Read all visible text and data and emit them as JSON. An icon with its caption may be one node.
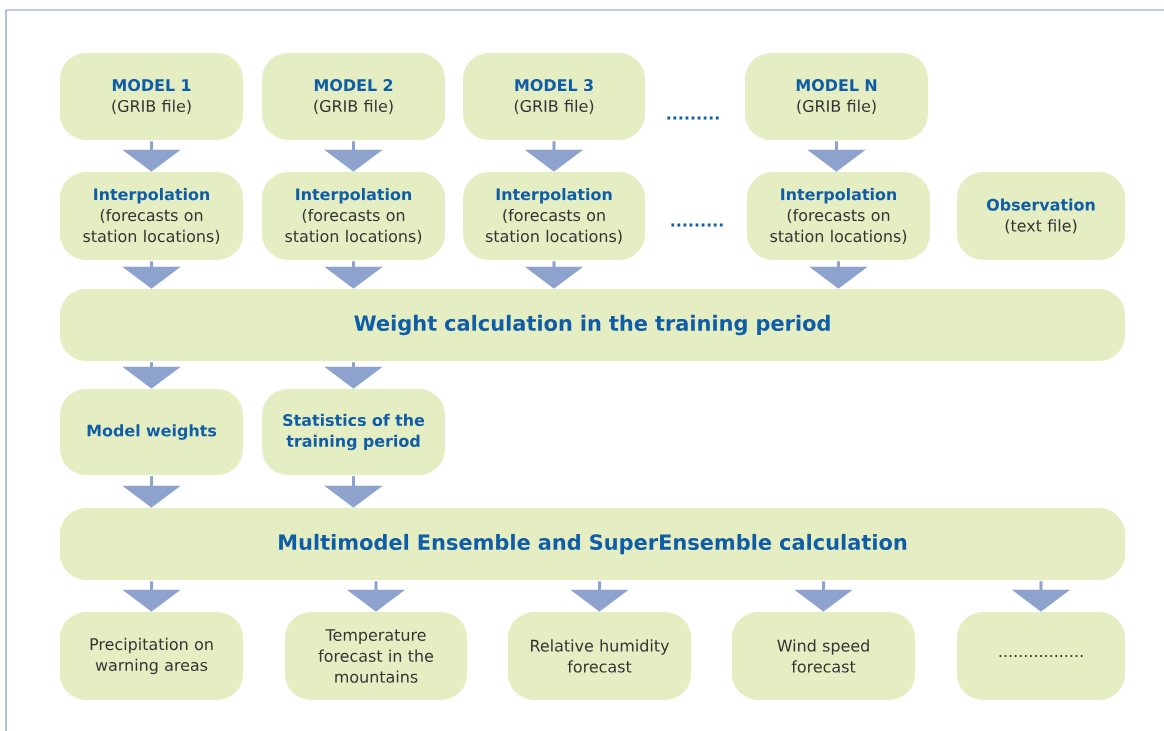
{
  "diagram": {
    "nodes": [
      {
        "text": [
          "MODEL 1",
          "(GRIB file)"
        ]
      },
      {
        "text": [
          "MODEL 2",
          "(GRIB file)"
        ]
      },
      {
        "text": [
          "MODEL 3",
          "(GRIB file)"
        ]
      },
      {
        "text": [
          "MODEL N",
          "(GRIB file)"
        ]
      },
      {
        "text": [
          "Interpolation",
          "(forecasts on station locations)"
        ]
      },
      {
        "text": [
          "Interpolation",
          "(forecasts on station locations)"
        ]
      },
      {
        "text": [
          "Interpolation",
          "(forecasts on station locations)"
        ]
      },
      {
        "text": [
          "Interpolation",
          "(forecasts on station locations)"
        ]
      },
      {
        "text": [
          "Observation",
          "(text file)"
        ]
      },
      {
        "text": [
          "Weight calculation in the training period"
        ]
      },
      {
        "text": [
          "Model weights"
        ]
      },
      {
        "text": [
          "Statistics of the training period"
        ]
      },
      {
        "text": [
          "Multimodel Ensemble and SuperEnsemble calculation"
        ]
      },
      {
        "text": [
          "Precipitation on warning areas"
        ]
      },
      {
        "text": [
          "Temperature forecast in the mountains"
        ]
      },
      {
        "text": [
          "Relative humidity forecast"
        ]
      },
      {
        "text": [
          "Wind speed forecast"
        ]
      },
      {
        "text": [
          "................."
        ]
      }
    ],
    "edges": [
      {
        "from": 0,
        "to": 4,
        "arrow": "to"
      },
      {
        "from": 1,
        "to": 5,
        "arrow": "to"
      },
      {
        "from": 2,
        "to": 6,
        "arrow": "to"
      },
      {
        "from": 3,
        "to": 7,
        "arrow": "to"
      },
      {
        "from": 4,
        "to": 9,
        "arrow": "to"
      },
      {
        "from": 5,
        "to": 9,
        "arrow": "to"
      },
      {
        "from": 6,
        "to": 9,
        "arrow": "to"
      },
      {
        "from": 7,
        "to": 9,
        "arrow": "to"
      },
      {
        "from": 9,
        "to": 10,
        "arrow": "to"
      },
      {
        "from": 9,
        "to": 11,
        "arrow": "to"
      },
      {
        "from": 10,
        "to": 12,
        "arrow": "to"
      },
      {
        "from": 11,
        "to": 12,
        "arrow": "to"
      },
      {
        "from": 12,
        "to": 13,
        "arrow": "to"
      },
      {
        "from": 12,
        "to": 14,
        "arrow": "to"
      },
      {
        "from": 12,
        "to": 15,
        "arrow": "to"
      },
      {
        "from": 12,
        "to": 16,
        "arrow": "to"
      },
      {
        "from": 12,
        "to": 17,
        "arrow": "to"
      }
    ],
    "labels": [
      ".........",
      "........."
    ]
  }
}
